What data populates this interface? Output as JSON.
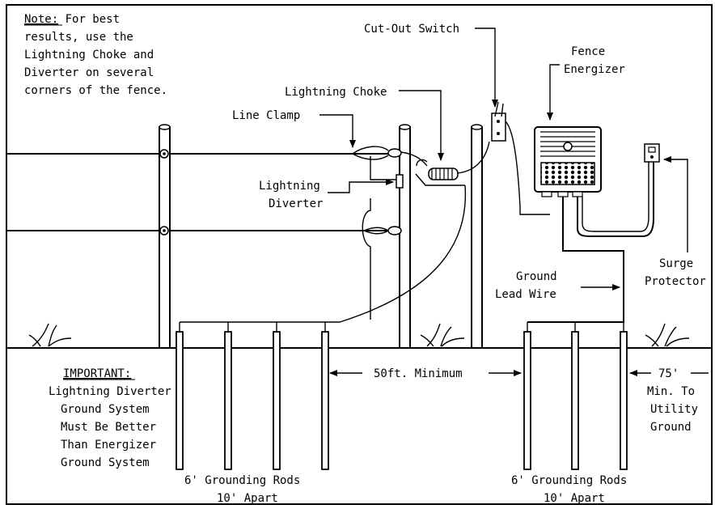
{
  "note": {
    "prefix": "Note:",
    "line1_rest": " For best",
    "line2": "results, use the",
    "line3": "Lightning Choke and",
    "line4": "Diverter on several",
    "line5": "corners of the fence."
  },
  "labels": {
    "cut_out_switch": "Cut-Out Switch",
    "fence_energizer_1": "Fence",
    "fence_energizer_2": "Energizer",
    "lightning_choke": "Lightning Choke",
    "line_clamp": "Line Clamp",
    "lightning_diverter_1": "Lightning",
    "lightning_diverter_2": "Diverter",
    "ground_lead_1": "Ground",
    "ground_lead_2": "Lead Wire",
    "surge_protector_1": "Surge",
    "surge_protector_2": "Protector",
    "fifty_ft": "50ft. Minimum",
    "seventy_five": "75'",
    "min_to_utility_1": "Min. To",
    "min_to_utility_2": "Utility",
    "min_to_utility_3": "Ground"
  },
  "important": {
    "heading": "IMPORTANT:",
    "line1": "Lightning Diverter",
    "line2": "Ground System",
    "line3": "Must Be Better",
    "line4": "Than Energizer",
    "line5": "Ground System"
  },
  "rods": {
    "left_1": "6' Grounding Rods",
    "left_2": "10' Apart",
    "right_1": "6' Grounding Rods",
    "right_2": "10' Apart"
  }
}
